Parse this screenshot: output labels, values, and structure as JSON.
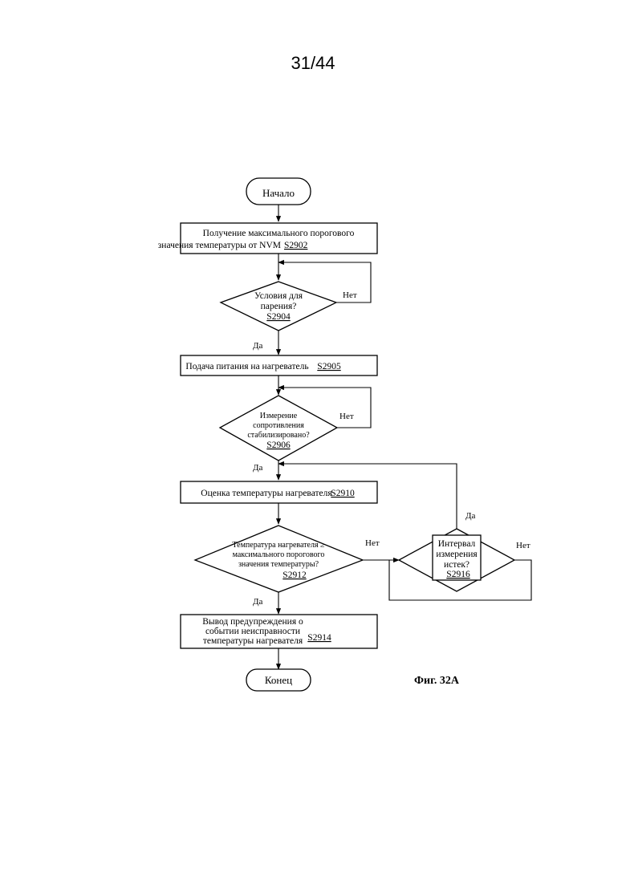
{
  "page_number": "31/44",
  "figure_caption": "Фиг. 32A",
  "nodes": {
    "start": {
      "label": "Начало"
    },
    "s2902": {
      "line1": "Получение максимального порогового",
      "line2": "значения температуры от NVM",
      "step": "S2902"
    },
    "s2904": {
      "line1": "Условия для",
      "line2": "парения?",
      "step": "S2904"
    },
    "s2905": {
      "line1": "Подача питания на нагреватель",
      "step": "S2905"
    },
    "s2906": {
      "line1": "Измерение",
      "line2": "сопротивления",
      "line3": "стабилизировано?",
      "step": "S2906"
    },
    "s2910": {
      "line1": "Оценка температуры нагревателя",
      "step": "S2910"
    },
    "s2912": {
      "line1": "Температура нагревателя ≥",
      "line2": "максимального порогового",
      "line3": "значения температуры?",
      "step": "S2912"
    },
    "s2916": {
      "line1": "Интервал",
      "line2": "измерения",
      "line3": "истек?",
      "step": "S2916"
    },
    "s2914": {
      "line1": "Вывод предупреждения о",
      "line2": "событии неисправности",
      "line3": "температуры нагревателя",
      "step": "S2914"
    },
    "end": {
      "label": "Конец"
    }
  },
  "edge_labels": {
    "s2904_no": "Нет",
    "s2904_yes": "Да",
    "s2906_no": "Нет",
    "s2906_yes": "Да",
    "s2912_no": "Нет",
    "s2912_yes": "Да",
    "s2916_yes": "Да",
    "s2916_no": "Нет"
  }
}
